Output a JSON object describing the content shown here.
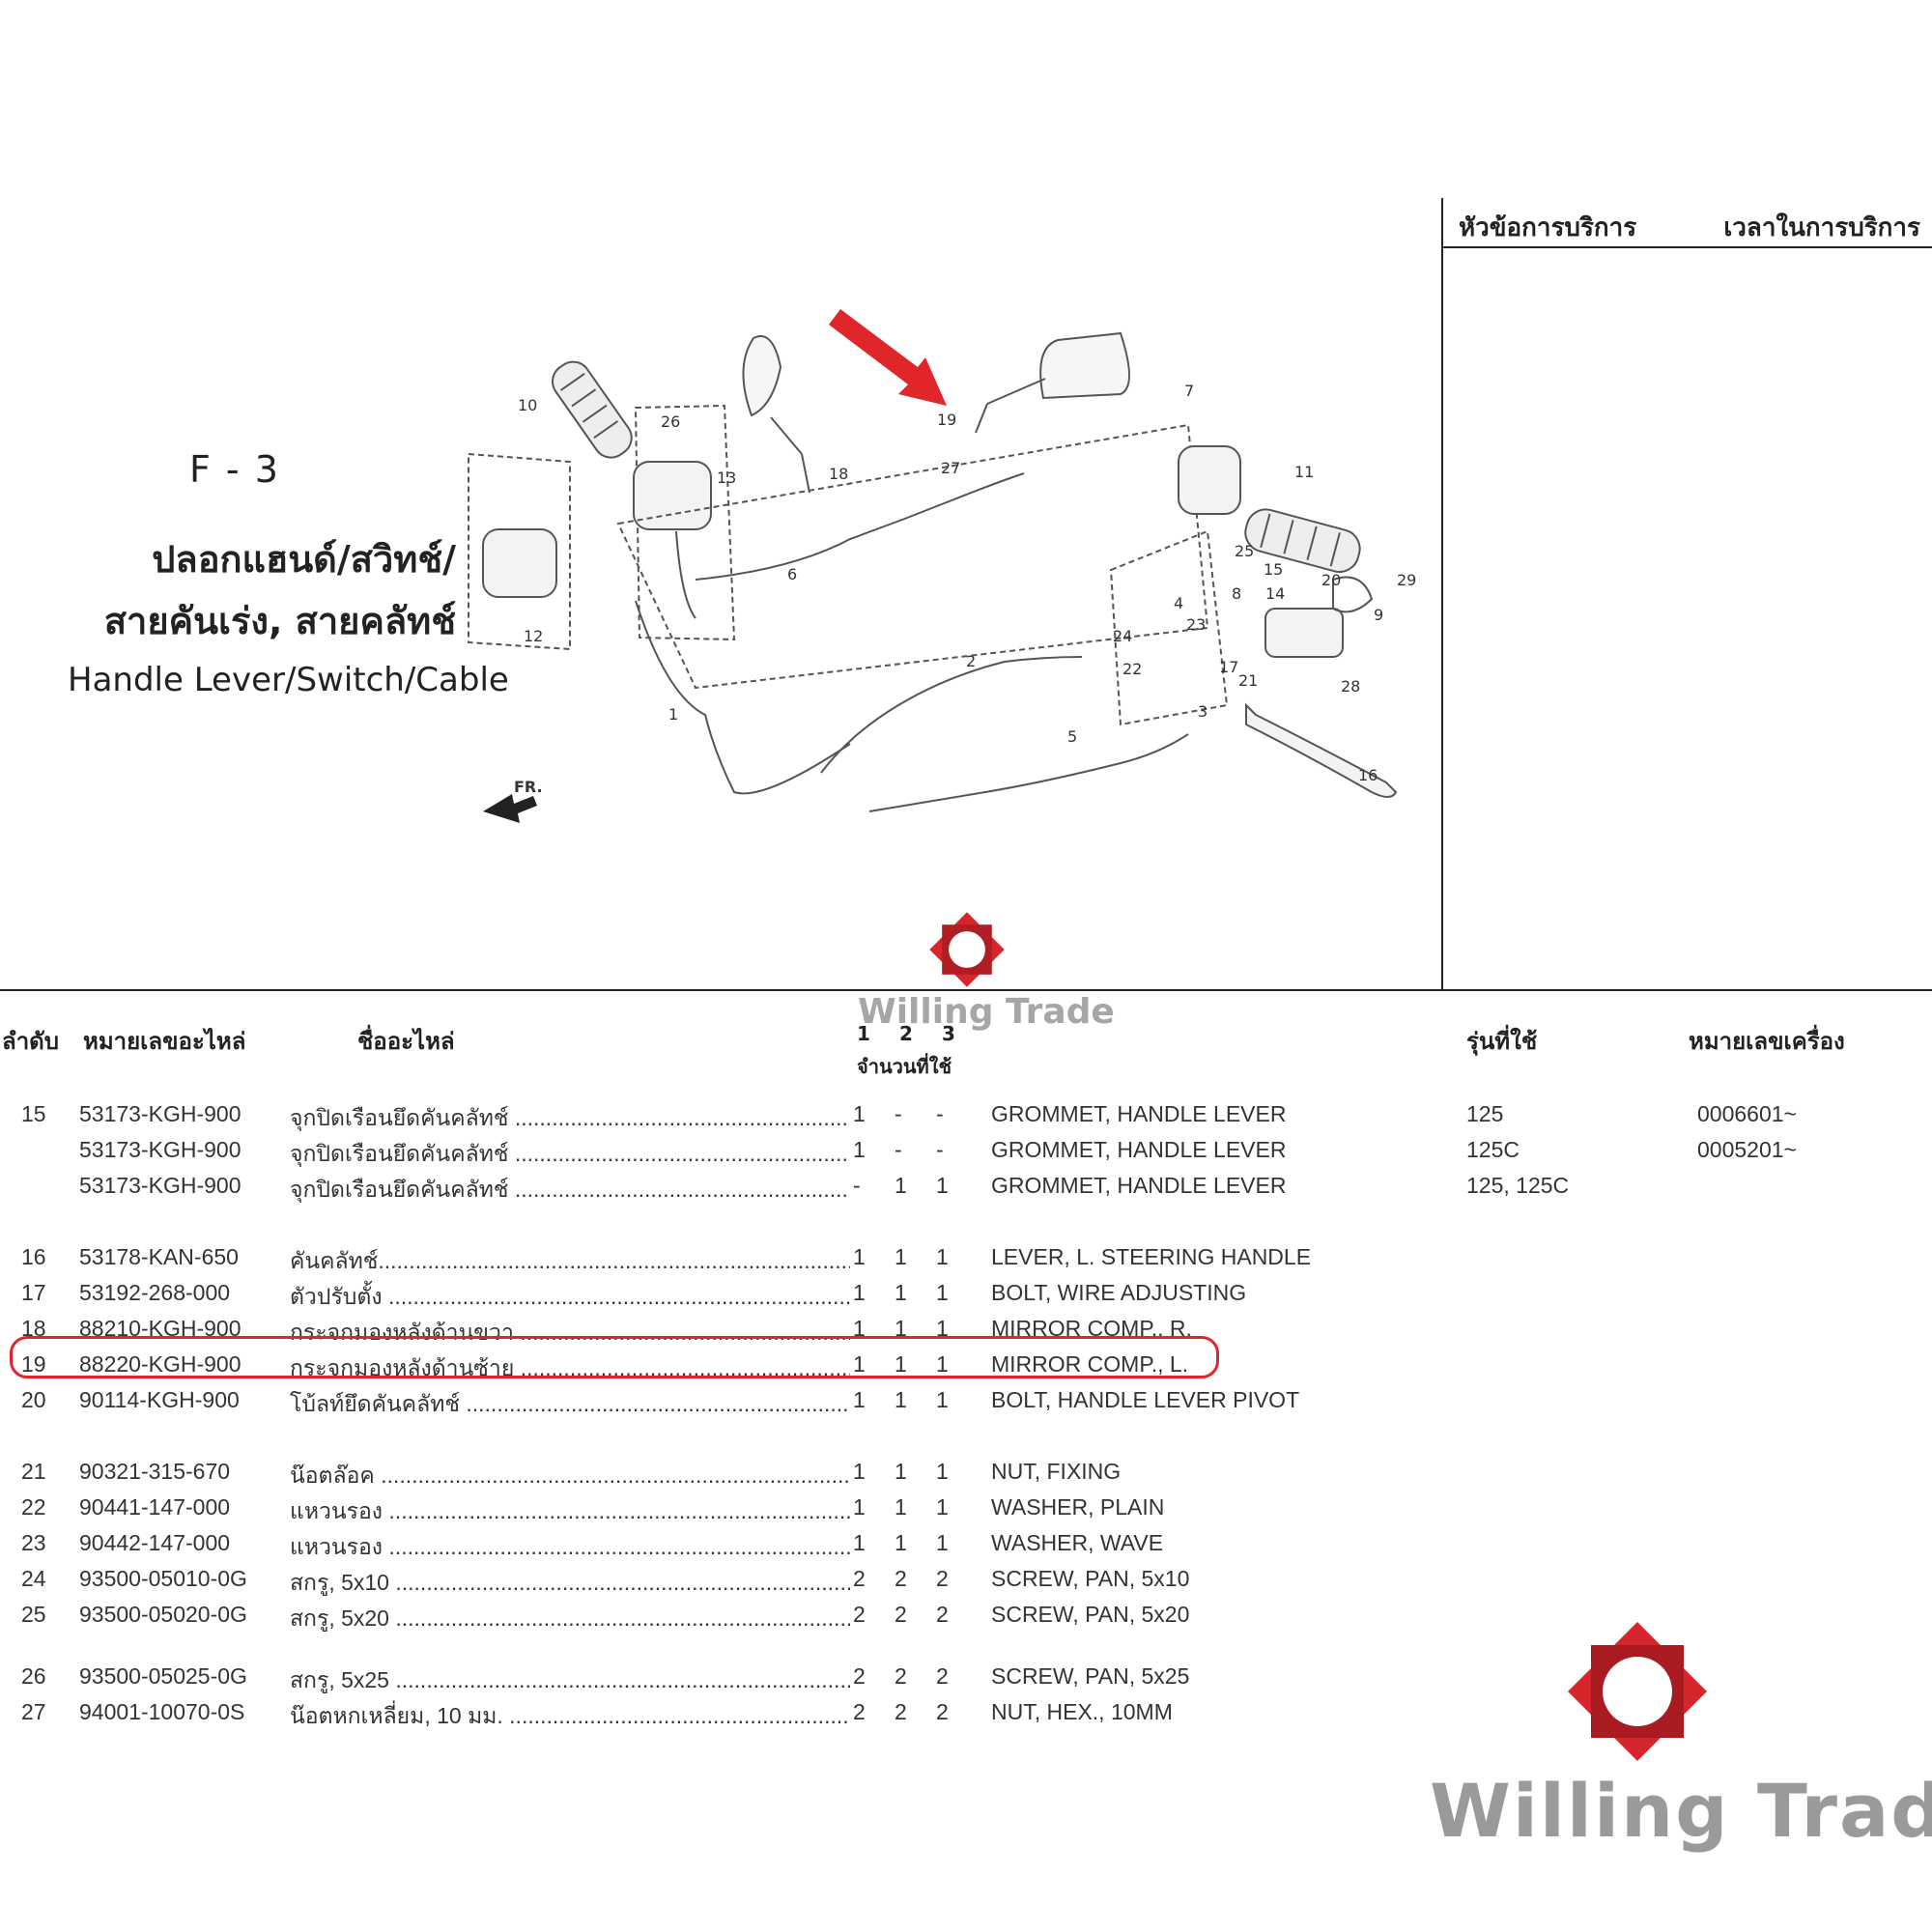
{
  "service_panel": {
    "col_topic": "หัวข้อการบริการ",
    "col_time": "เวลาในการบริการ"
  },
  "figure": {
    "id": "F - 3",
    "title_th_line1": "ปลอกแฮนด์/สวิทช์/",
    "title_th_line2": "สายคันเร่ง, สายคลัทช์",
    "title_en": "Handle Lever/Switch/Cable",
    "fr_label": "FR.",
    "callouts": [
      "1",
      "2",
      "3",
      "4",
      "5",
      "6",
      "7",
      "8",
      "9",
      "10",
      "11",
      "12",
      "13",
      "14",
      "15",
      "16",
      "17",
      "18",
      "19",
      "20",
      "21",
      "22",
      "23",
      "24",
      "25",
      "26",
      "27",
      "28",
      "29"
    ]
  },
  "table": {
    "headers": {
      "index": "ลำดับ",
      "part_no": "หมายเลขอะไหล่",
      "part_name": "ชื่ออะไหล่",
      "qty_cols": [
        "1",
        "2",
        "3"
      ],
      "qty_label": "จำนวนที่ใช้",
      "model": "รุ่นที่ใช้",
      "serial": "หมายเลขเครื่อง"
    },
    "rows": [
      {
        "no": "15",
        "part_no": "53173-KGH-900",
        "name_th": "จุกปิดเรือนยึดคันคลัทช์ ............................................................",
        "q1": "1",
        "q2": "-",
        "q3": "-",
        "name_en": "GROMMET, HANDLE LEVER",
        "model": "125",
        "serial": "0006601~"
      },
      {
        "no": "",
        "part_no": "53173-KGH-900",
        "name_th": "จุกปิดเรือนยึดคันคลัทช์ ............................................................",
        "q1": "1",
        "q2": "-",
        "q3": "-",
        "name_en": "GROMMET, HANDLE LEVER",
        "model": "125C",
        "serial": "0005201~"
      },
      {
        "no": "",
        "part_no": "53173-KGH-900",
        "name_th": "จุกปิดเรือนยึดคันคลัทช์ ............................................................",
        "q1": "-",
        "q2": "1",
        "q3": "1",
        "name_en": "GROMMET, HANDLE LEVER",
        "model": "125, 125C",
        "serial": ""
      },
      {
        "no": "16",
        "part_no": "53178-KAN-650",
        "name_th": "คันคลัทช์..................................................................................",
        "q1": "1",
        "q2": "1",
        "q3": "1",
        "name_en": "LEVER, L. STEERING HANDLE",
        "model": "",
        "serial": ""
      },
      {
        "no": "17",
        "part_no": "53192-268-000",
        "name_th": "ตัวปรับตั้ง ..............................................................................",
        "q1": "1",
        "q2": "1",
        "q3": "1",
        "name_en": "BOLT, WIRE ADJUSTING",
        "model": "",
        "serial": ""
      },
      {
        "no": "18",
        "part_no": "88210-KGH-900",
        "name_th": "กระจกมองหลังด้านขวา .............................................................",
        "q1": "1",
        "q2": "1",
        "q3": "1",
        "name_en": "MIRROR COMP., R.",
        "model": "",
        "serial": ""
      },
      {
        "no": "19",
        "part_no": "88220-KGH-900",
        "name_th": "กระจกมองหลังด้านซ้าย ...........................................................",
        "q1": "1",
        "q2": "1",
        "q3": "1",
        "name_en": "MIRROR COMP., L.",
        "model": "",
        "serial": ""
      },
      {
        "no": "20",
        "part_no": "90114-KGH-900",
        "name_th": "โบ้ลท์ยึดคันคลัทช์ ...................................................................",
        "q1": "1",
        "q2": "1",
        "q3": "1",
        "name_en": "BOLT, HANDLE LEVER PIVOT",
        "model": "",
        "serial": ""
      },
      {
        "no": "21",
        "part_no": "90321-315-670",
        "name_th": "น๊อตล๊อค .................................................................................",
        "q1": "1",
        "q2": "1",
        "q3": "1",
        "name_en": "NUT, FIXING",
        "model": "",
        "serial": ""
      },
      {
        "no": "22",
        "part_no": "90441-147-000",
        "name_th": "แหวนรอง .................................................................................",
        "q1": "1",
        "q2": "1",
        "q3": "1",
        "name_en": "WASHER, PLAIN",
        "model": "",
        "serial": ""
      },
      {
        "no": "23",
        "part_no": "90442-147-000",
        "name_th": "แหวนรอง .................................................................................",
        "q1": "1",
        "q2": "1",
        "q3": "1",
        "name_en": "WASHER, WAVE",
        "model": "",
        "serial": ""
      },
      {
        "no": "24",
        "part_no": "93500-05010-0G",
        "name_th": "สกรู, 5x10 ...............................................................................",
        "q1": "2",
        "q2": "2",
        "q3": "2",
        "name_en": "SCREW, PAN, 5x10",
        "model": "",
        "serial": ""
      },
      {
        "no": "25",
        "part_no": "93500-05020-0G",
        "name_th": "สกรู, 5x20 ...............................................................................",
        "q1": "2",
        "q2": "2",
        "q3": "2",
        "name_en": "SCREW, PAN, 5x20",
        "model": "",
        "serial": ""
      },
      {
        "no": "26",
        "part_no": "93500-05025-0G",
        "name_th": "สกรู, 5x25 ...............................................................................",
        "q1": "2",
        "q2": "2",
        "q3": "2",
        "name_en": "SCREW, PAN, 5x25",
        "model": "",
        "serial": ""
      },
      {
        "no": "27",
        "part_no": "94001-10070-0S",
        "name_th": "น๊อตหกเหลี่ยม, 10 มม. ..........................................................",
        "q1": "2",
        "q2": "2",
        "q3": "2",
        "name_en": "NUT, HEX., 10MM",
        "model": "",
        "serial": ""
      }
    ]
  },
  "watermark": {
    "brand": "Willing Trade",
    "accent": "#d6262c"
  }
}
